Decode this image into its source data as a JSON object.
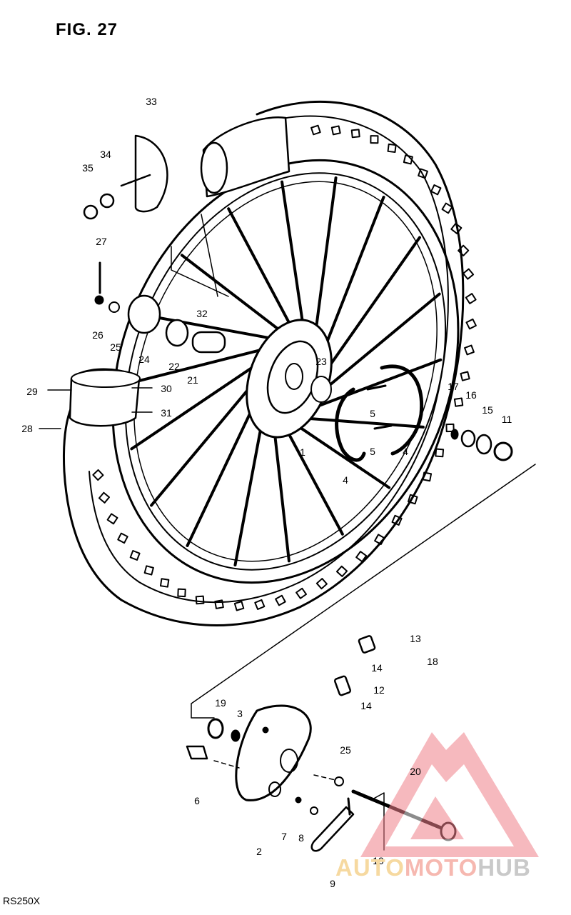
{
  "header": {
    "figure": "FIG. 27"
  },
  "footer": {
    "model": "RS250X"
  },
  "watermark": {
    "part1": "AUTO",
    "part2": "MOTO",
    "part3": "HUB",
    "colors": [
      "#f6d9a0",
      "#f6b8b0",
      "#c9c9c9"
    ]
  },
  "labels": [
    "33",
    "34",
    "35",
    "27",
    "26",
    "25",
    "24",
    "22",
    "21",
    "32",
    "23",
    "29",
    "30",
    "31",
    "28",
    "17",
    "16",
    "15",
    "11",
    "5",
    "5",
    "4",
    "1",
    "4",
    "13",
    "14",
    "18",
    "12",
    "14",
    "19",
    "3",
    "25",
    "20",
    "6",
    "2",
    "7",
    "8",
    "10",
    "9"
  ]
}
